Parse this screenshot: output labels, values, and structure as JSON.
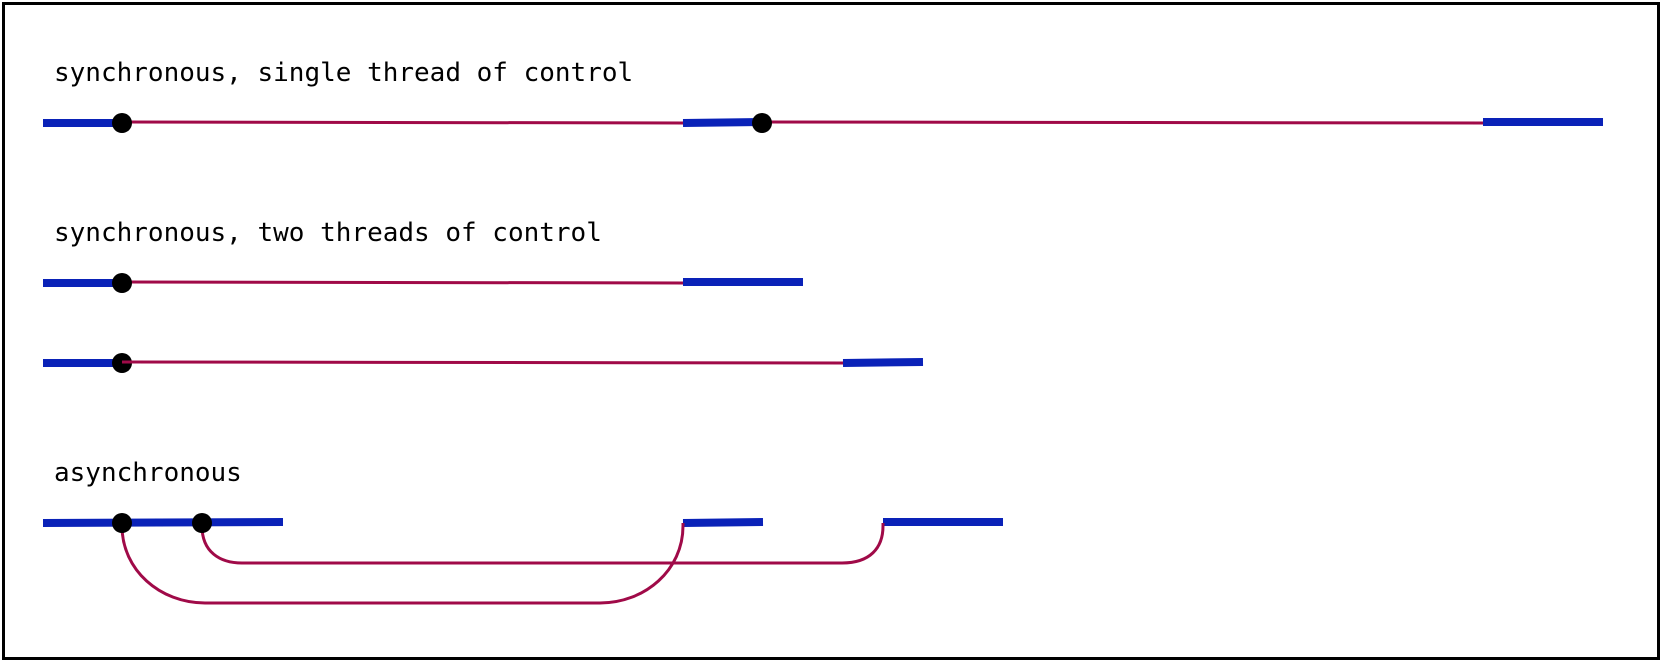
{
  "diagram": {
    "sections": [
      {
        "id": "sync-single",
        "label": "synchronous, single thread of control"
      },
      {
        "id": "sync-two",
        "label": "synchronous, two threads of control"
      },
      {
        "id": "async",
        "label": "asynchronous"
      }
    ],
    "colors": {
      "active": "#0a22b8",
      "waiting": "#a00a48",
      "event": "#000000",
      "frame": "#000000"
    }
  }
}
